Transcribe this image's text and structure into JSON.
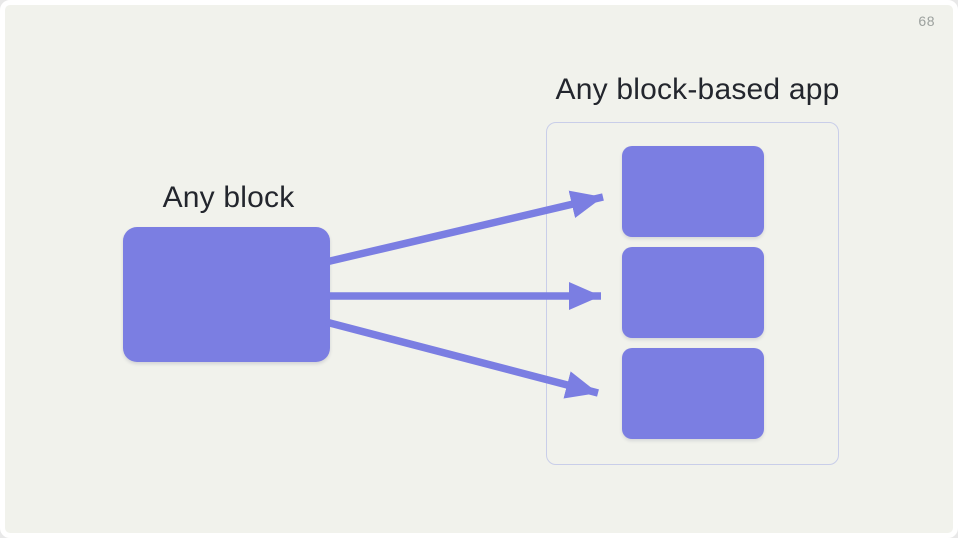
{
  "page": {
    "number": "68"
  },
  "diagram": {
    "source_label": "Any block",
    "target_title": "Any block-based app",
    "target_block_count": 3,
    "arrow_count": 3,
    "relationship": "source block fans out via three arrows to three blocks inside the app container"
  },
  "colors": {
    "background": "#F1F2EC",
    "frame": "#FFFFFF",
    "block_fill": "#7B7EE2",
    "arrow": "#7B7EE2",
    "container_border": "#C9CEE9",
    "heading_text": "#23262D",
    "page_number_text": "#9CA19E"
  }
}
